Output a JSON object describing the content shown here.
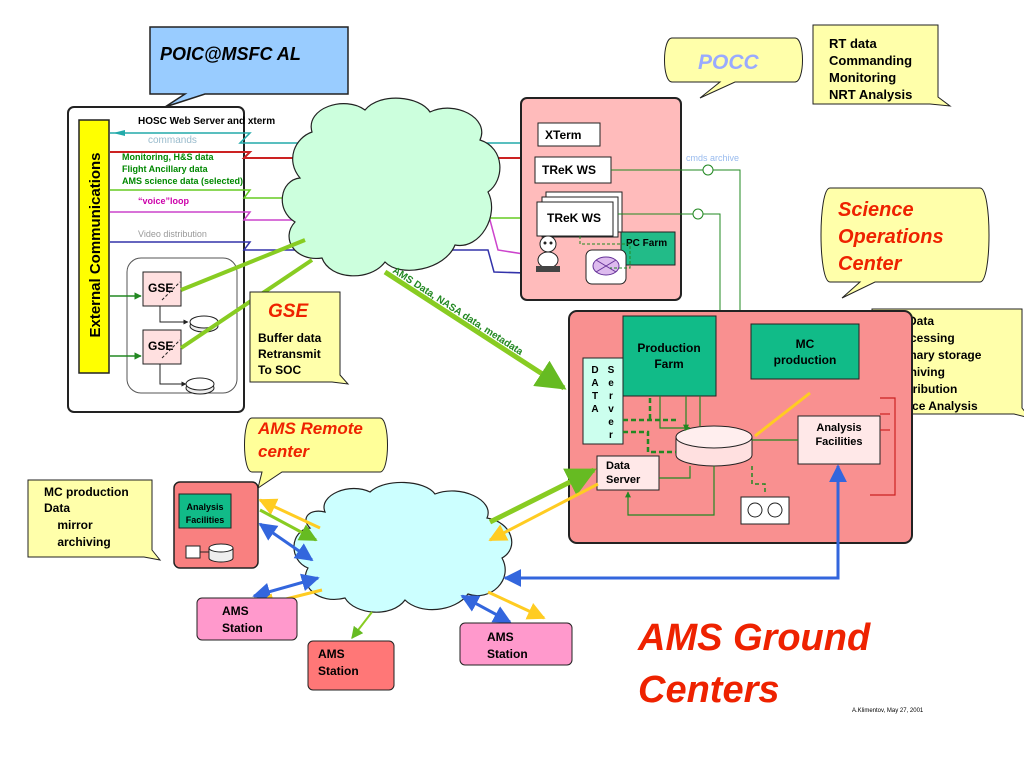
{
  "title": {
    "line1": "AMS Ground",
    "line2": "Centers"
  },
  "author_note": "A.Klimentov, May 27, 2001",
  "callouts": {
    "poic": "POIC@MSFC  AL",
    "pocc": "POCC",
    "pocc_list": [
      "RT data",
      "Commanding",
      "Monitoring",
      "NRT Analysis"
    ],
    "soc": [
      "Science",
      "Operations",
      "Center"
    ],
    "soc_list": [
      "NRT Data",
      "   Processing",
      "   Primary storage",
      "   Archiving",
      "   Distribution",
      "Science Analysis"
    ],
    "gse": "GSE",
    "gse_list": [
      "Buffer data",
      "Retransmit",
      "To SOC"
    ],
    "remote": [
      "AMS Remote",
      "center"
    ],
    "remote_list": [
      "MC production",
      "Data",
      "    mirror",
      "    archiving"
    ]
  },
  "hosc": {
    "header": "HOSC Web Server and xterm",
    "ext_comm": "External Communications",
    "commands": "commands",
    "monitoring": [
      "Monitoring, H&S data",
      "Flight Ancillary data",
      "AMS science data (selected)"
    ],
    "voice": "“voice”loop",
    "video": "Video distribution",
    "gse_box": "GSE"
  },
  "pocc_box": {
    "xterm": "XTerm",
    "trek1": "TReK WS",
    "trek2": "TReK WS",
    "pc_farm": "PC Farm",
    "cmds_archive": "cmds archive"
  },
  "soc_box": {
    "production_farm": [
      "Production",
      "Farm"
    ],
    "mc_production": [
      "MC",
      "production"
    ],
    "data_vertical": [
      "D",
      "A",
      "T",
      "A"
    ],
    "server_vertical": [
      "S",
      "e",
      "r",
      "v",
      "e",
      "r"
    ],
    "data_server": [
      "Data",
      "Server"
    ],
    "analysis": [
      "Analysis",
      "Facilities"
    ]
  },
  "link_label": "AMS Data, NASA data, metadata",
  "remote_box": {
    "analysis": [
      "Analysis",
      "Facilities"
    ]
  },
  "stations": {
    "s1": [
      "AMS",
      "Station"
    ],
    "s2": [
      "AMS",
      "Station"
    ],
    "s3": [
      "AMS",
      "Station"
    ]
  }
}
